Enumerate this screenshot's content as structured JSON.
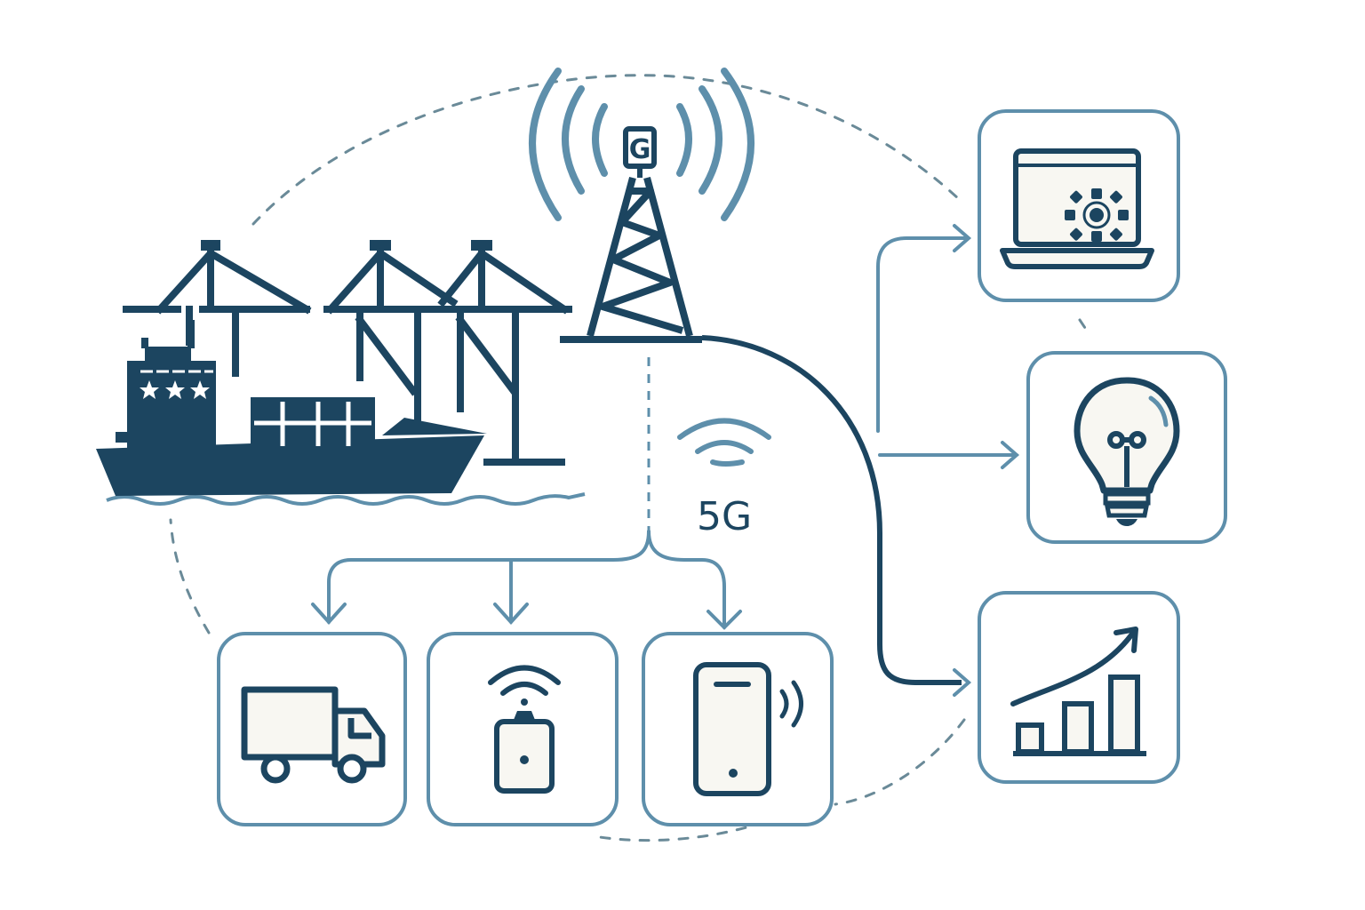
{
  "network": {
    "label": "5G",
    "tower_letter": "G"
  },
  "colors": {
    "dark": "#1c4560",
    "light": "#5e8fab",
    "card_fill": "#f8f7f2"
  },
  "nodes": [
    {
      "id": "truck",
      "icon": "truck-icon"
    },
    {
      "id": "iot-sensor",
      "icon": "iot-sensor-icon"
    },
    {
      "id": "smartphone",
      "icon": "smartphone-icon"
    },
    {
      "id": "laptop-dashboard",
      "icon": "laptop-gear-icon"
    },
    {
      "id": "idea",
      "icon": "lightbulb-icon"
    },
    {
      "id": "growth-analytics",
      "icon": "growth-chart-icon"
    }
  ]
}
